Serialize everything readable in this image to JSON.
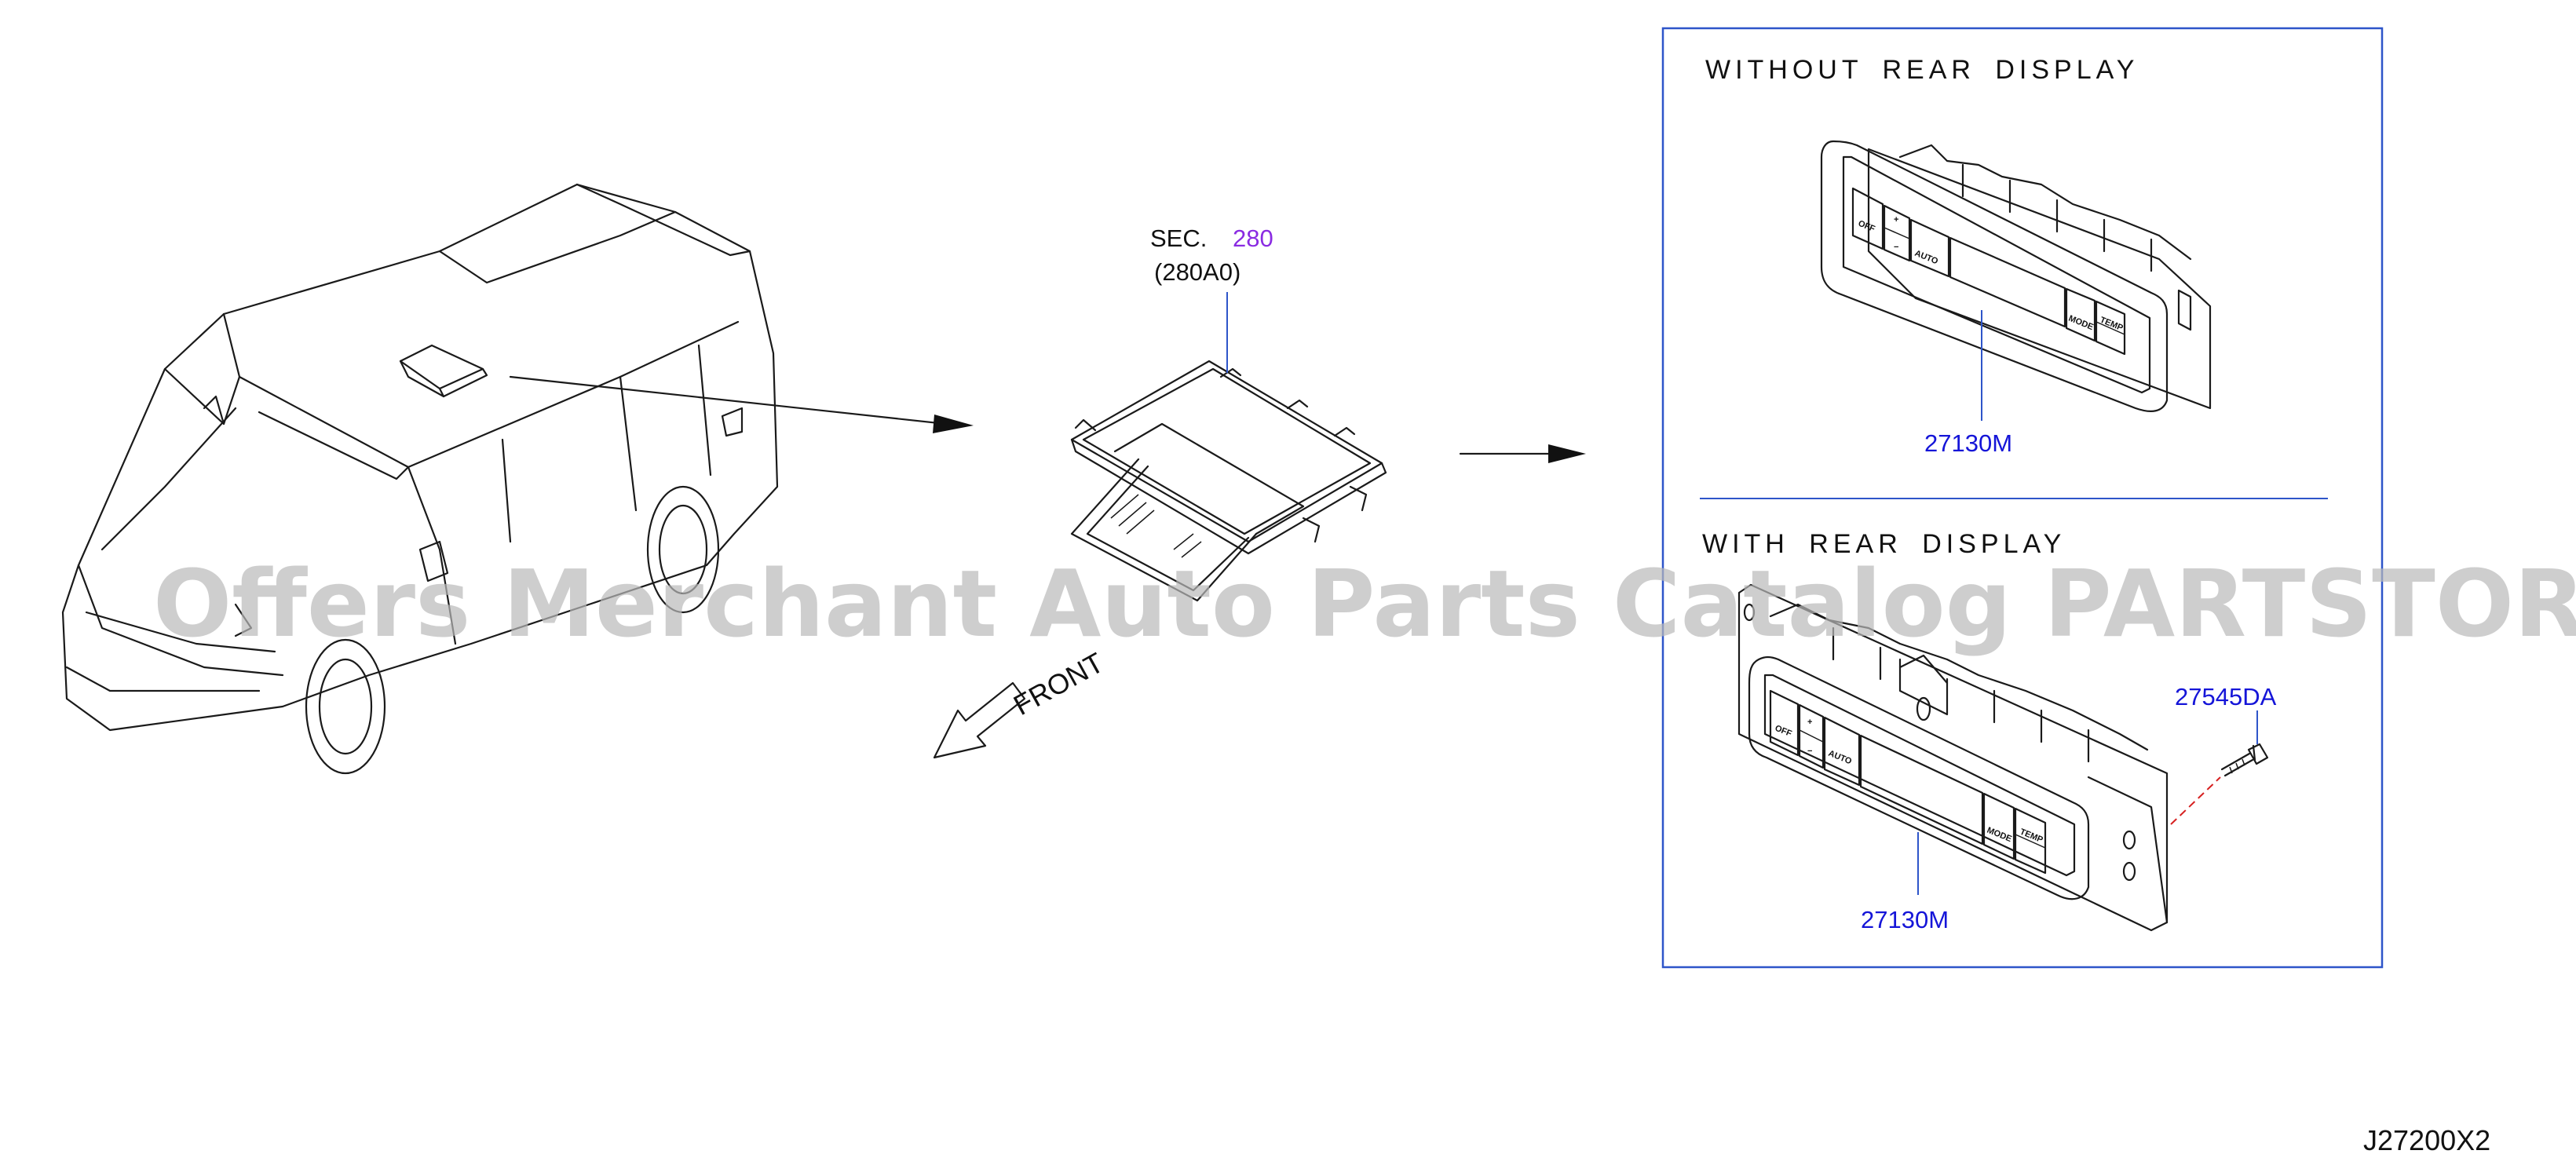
{
  "sections": {
    "without_rear": "WITHOUT  REAR  DISPLAY",
    "with_rear": "WITH  REAR  DISPLAY"
  },
  "callouts": {
    "sec_prefix": "SEC.",
    "sec_number": "280",
    "sec_sub": "(280A0)",
    "front": "FRONT"
  },
  "parts": {
    "control_upper": "27130M",
    "control_lower": "27130M",
    "screw": "27545DA"
  },
  "buttons": {
    "off": "OFF",
    "auto": "AUTO",
    "mode": "MODE",
    "temp": "TEMP",
    "plus": "+",
    "minus": "−"
  },
  "diagram_code": "J27200X2",
  "watermark": "Offers Merchant Auto Parts Catalog PARTSTORE.SA",
  "colors": {
    "part_number": "#1515d8",
    "sec_number": "#8a2be2",
    "leader": "#2e55c9",
    "linework": "#1a1a1a"
  }
}
